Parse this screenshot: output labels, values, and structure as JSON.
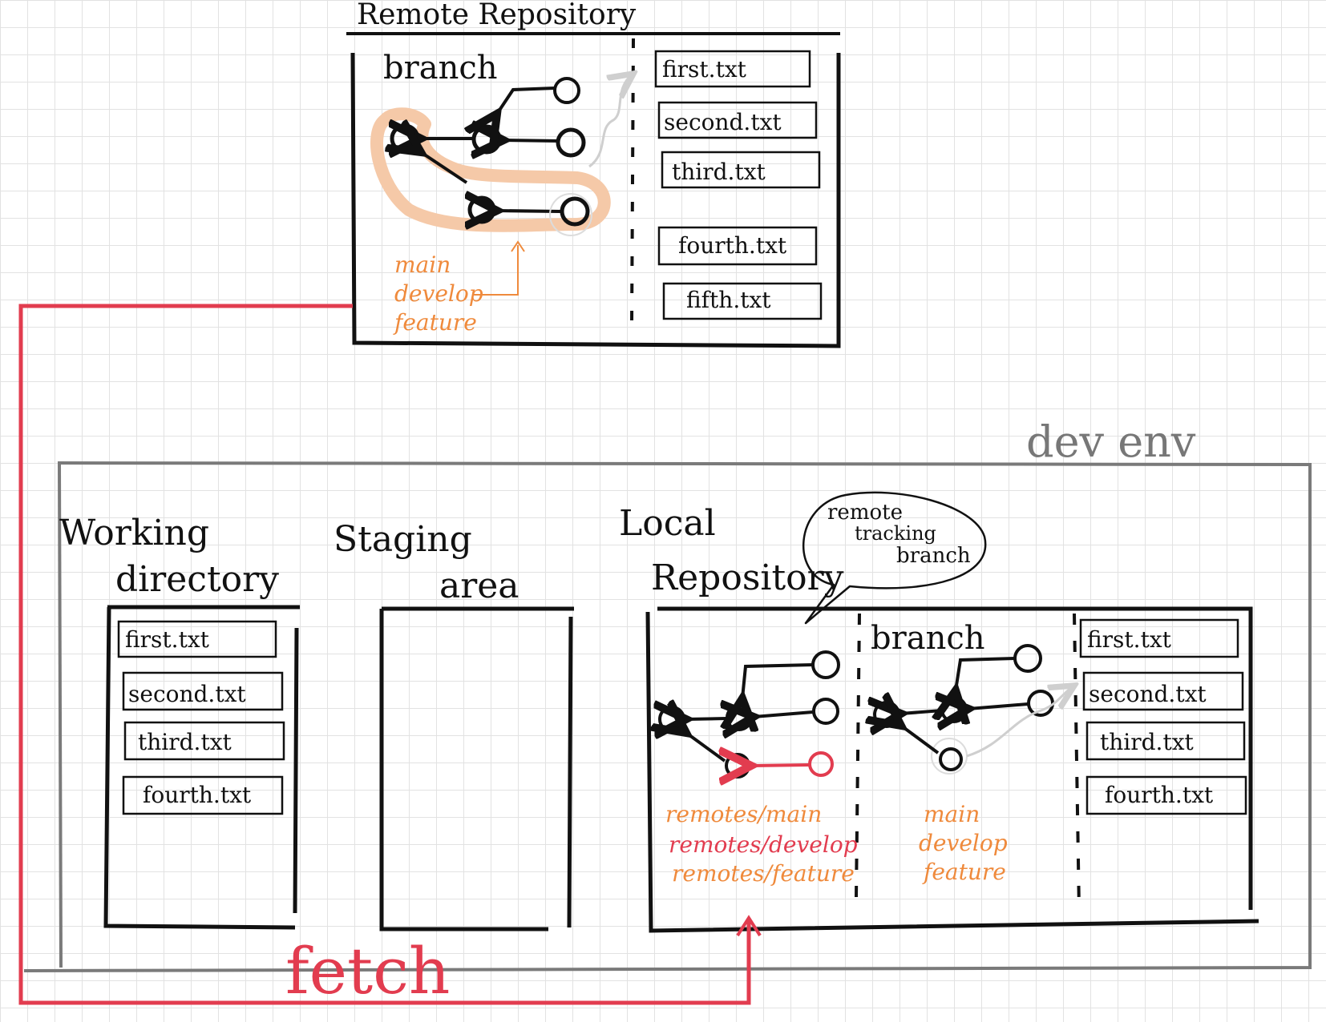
{
  "remote": {
    "title": "Remote Repository",
    "branch_heading": "branch",
    "branch_labels": [
      "main",
      "develop",
      "feature"
    ],
    "files": [
      "first.txt",
      "second.txt",
      "third.txt",
      "fourth.txt",
      "fifth.txt"
    ]
  },
  "dev_env": {
    "label": "dev env"
  },
  "working_directory": {
    "title_line1": "Working",
    "title_line2": "directory",
    "files": [
      "first.txt",
      "second.txt",
      "third.txt",
      "fourth.txt"
    ]
  },
  "staging_area": {
    "title_line1": "Staging",
    "title_line2": "area"
  },
  "local_repository": {
    "title_line1": "Local",
    "title_line2": "Repository",
    "callout_line1": "remote",
    "callout_line2": "tracking",
    "callout_line3": "branch",
    "branch_heading": "branch",
    "tracking_labels": [
      "remotes/main",
      "remotes/develop",
      "remotes/feature"
    ],
    "branch_labels": [
      "main",
      "develop",
      "feature"
    ],
    "files": [
      "first.txt",
      "second.txt",
      "third.txt",
      "fourth.txt"
    ]
  },
  "fetch": {
    "label": "fetch"
  },
  "colors": {
    "orange": "#ef8a3c",
    "red": "#e23c4f",
    "gray": "#7a7a7a",
    "highlight": "#f5c9a8"
  }
}
